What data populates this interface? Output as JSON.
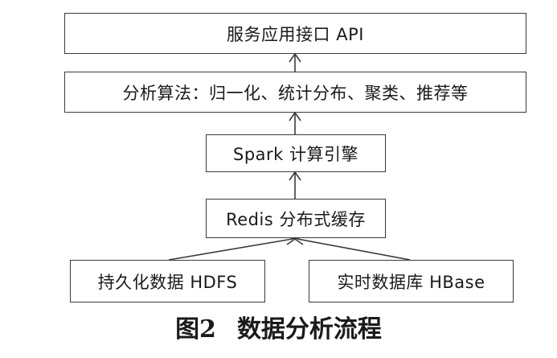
{
  "diagram": {
    "nodes": {
      "api": "服务应用接口 API",
      "algorithms": "分析算法：归一化、统计分布、聚类、推荐等",
      "spark": "Spark 计算引擎",
      "redis": "Redis 分布式缓存",
      "hdfs": "持久化数据 HDFS",
      "hbase": "实时数据库 HBase"
    },
    "edges": [
      {
        "from": "hdfs",
        "to": "redis"
      },
      {
        "from": "hbase",
        "to": "redis"
      },
      {
        "from": "redis",
        "to": "spark"
      },
      {
        "from": "spark",
        "to": "algorithms"
      },
      {
        "from": "algorithms",
        "to": "api"
      }
    ],
    "caption": {
      "number": "图2",
      "title": "数据分析流程"
    },
    "colors": {
      "stroke": "#3a3a3a",
      "text": "#1a1a1a"
    }
  }
}
